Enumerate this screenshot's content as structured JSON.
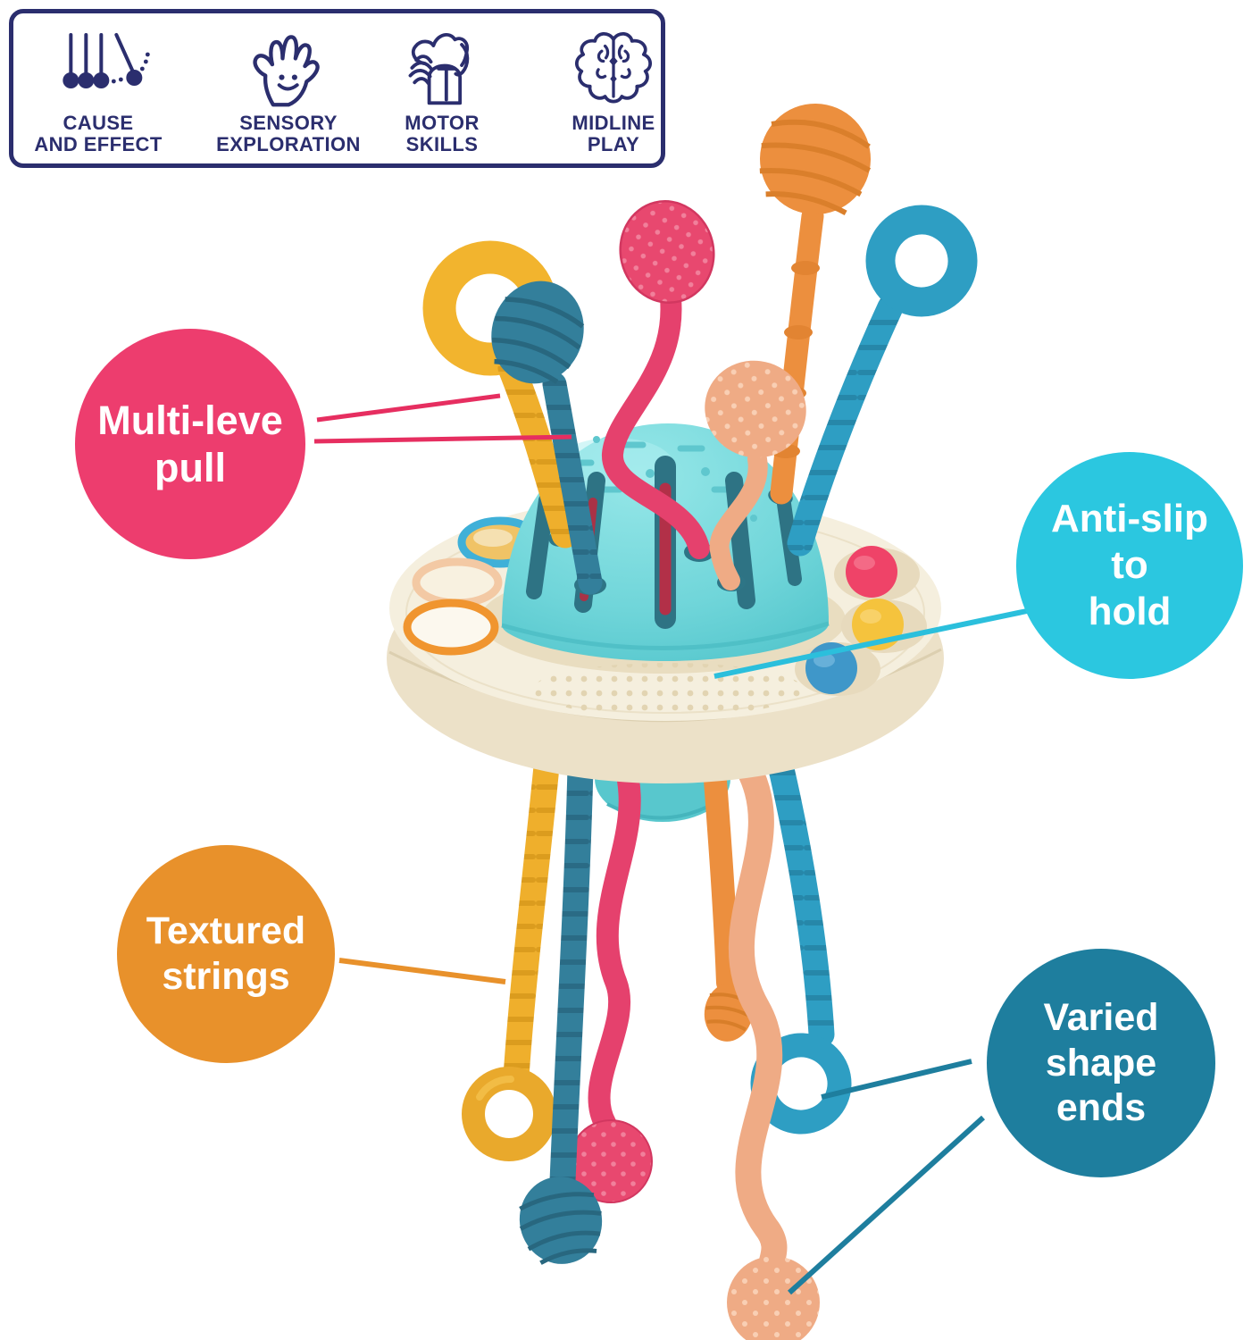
{
  "banner": {
    "border_color": "#2b2e6e",
    "text_color": "#2b2e6e",
    "items": [
      {
        "icon": "newtons-cradle-icon",
        "line1": "CAUSE",
        "line2": "AND EFFECT"
      },
      {
        "icon": "sensory-hand-smiley-icon",
        "line1": "SENSORY",
        "line2": "EXPLORATION"
      },
      {
        "icon": "hand-pressing-knob-icon",
        "line1": "MOTOR",
        "line2": "SKILLS"
      },
      {
        "icon": "brain-icon",
        "line1": "MIDLINE",
        "line2": "PLAY"
      }
    ]
  },
  "callouts": {
    "multi_level_pull": {
      "line1": "Multi-leve",
      "line2": "pull",
      "color": "#ed3d6e"
    },
    "anti_slip_to_hold": {
      "line1": "Anti-slip",
      "line2": "to",
      "line3": "hold",
      "color": "#2bc7e0"
    },
    "textured_strings": {
      "line1": "Textured",
      "line2": "strings",
      "color": "#e8912b"
    },
    "varied_shape_ends": {
      "line1": "Varied",
      "line2": "shape",
      "line3": "ends",
      "color": "#1e7e9e"
    }
  },
  "toy": {
    "colors": {
      "saucer_cream": "#f5efde",
      "dome_turquoise": "#6fd5d9",
      "string_yellow": "#efaf2c",
      "string_teal": "#337f9b",
      "string_pink": "#e5416d",
      "string_orange": "#ec8f3e",
      "string_salmon": "#efab85",
      "string_blue": "#2e9ec3",
      "ball_pink": "#ef4368",
      "ball_yellow": "#f5c33d",
      "ball_blue": "#3f97c9"
    }
  }
}
